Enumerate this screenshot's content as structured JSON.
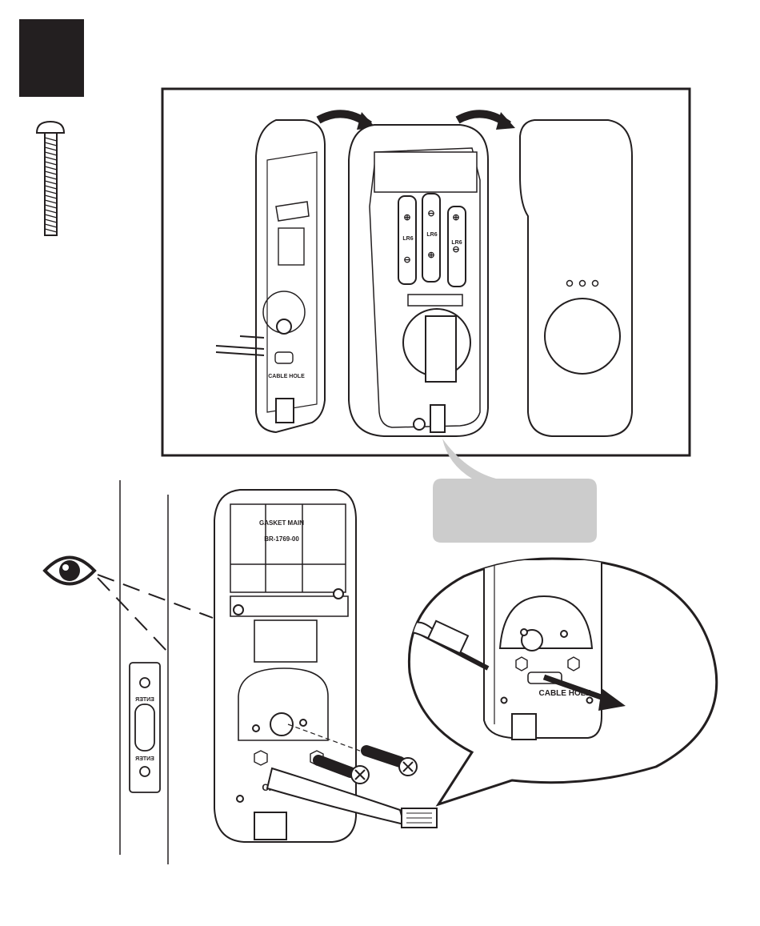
{
  "step_badge": {
    "number": "",
    "color": "#231f20"
  },
  "screw_icon": "machine-screw-icon",
  "parts": {
    "battery_label": "LR6",
    "battery_plus": "⊕",
    "battery_minus": "⊖",
    "gasket_text_line1": "GASKET MAIN",
    "gasket_text_line2": "BR-1769-00",
    "cable_hole_label": "CABLE HOLE",
    "cable_label_short": "CABLE",
    "strike_text_top": "ЯƎTИƎ",
    "strike_text_bottom": "ЯƎTИƎ"
  },
  "callout": {
    "text": "",
    "color": "#cccccc"
  },
  "colors": {
    "line": "#231f20",
    "fill": "#ffffff",
    "callout": "#cccccc"
  }
}
